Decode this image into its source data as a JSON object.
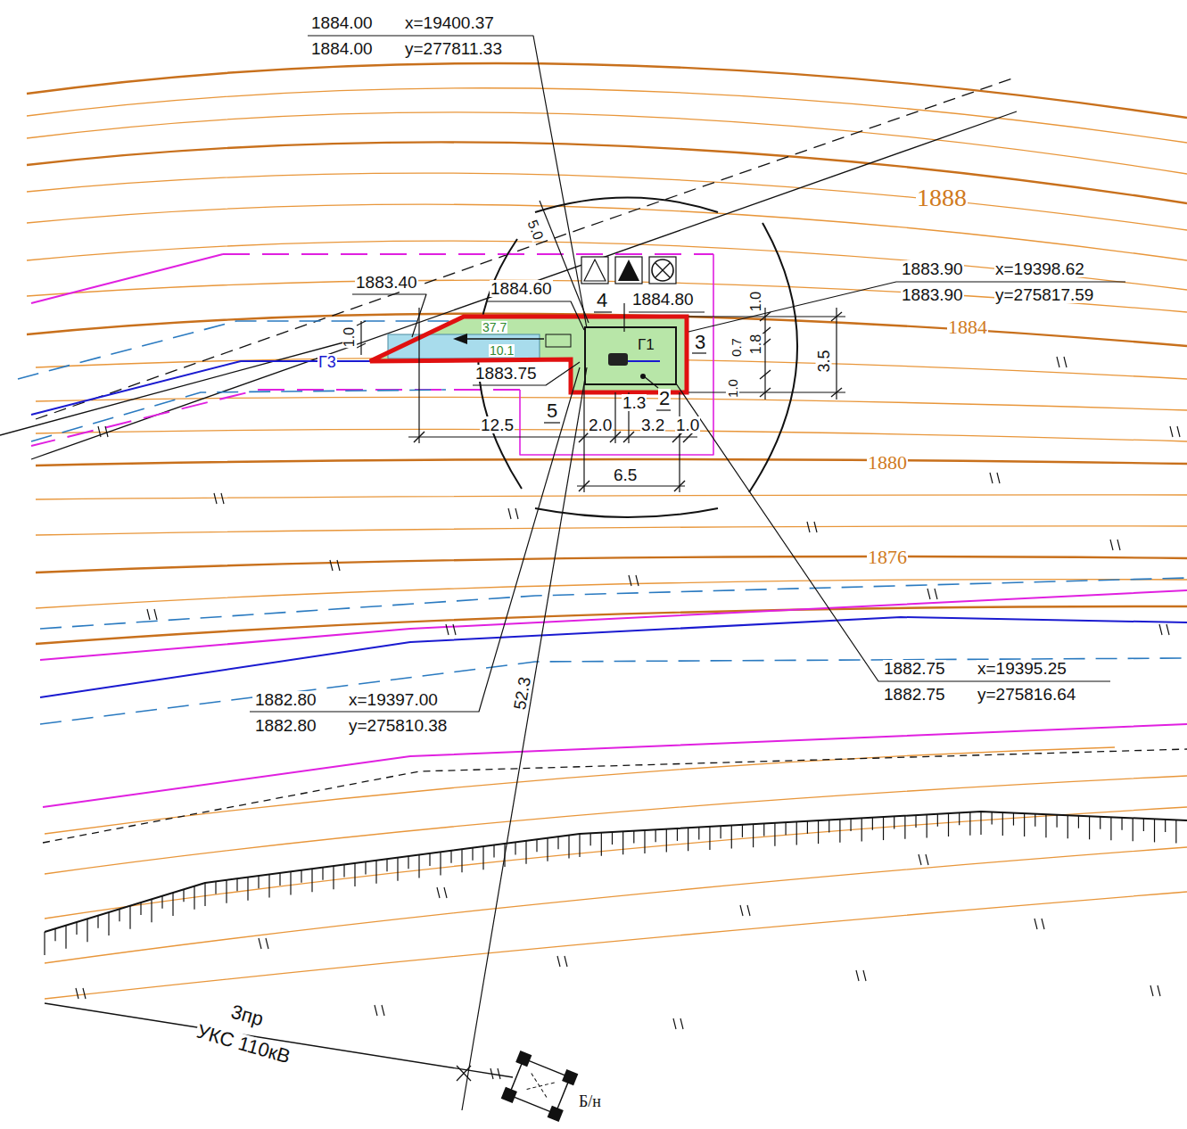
{
  "diagram": {
    "nodes": [
      {
        "text": [
          "Г1"
        ]
      }
    ],
    "labels": [
      "1884.00",
      "x=19400.37",
      "1884.00",
      "y=277811.33",
      "1888",
      "5.0",
      "1883.90",
      "x=19398.62",
      "1883.90",
      "y=275817.59",
      "1884",
      "1883.40",
      "1884.60",
      "4",
      "1884.80",
      "1.0",
      "3",
      "0.7",
      "1.8",
      "1.0",
      "3.5",
      "1.0",
      "Г3",
      "37.7",
      "10.1",
      "1883.75",
      "5",
      "12.5",
      "2.0",
      "1.3",
      "3.2",
      "1.0",
      "2",
      "6.5",
      "1880",
      "1876",
      "1882.75",
      "x=19395.25",
      "1882.75",
      "y=275816.64",
      "1882.80",
      "x=19397.00",
      "1882.80",
      "y=275810.38",
      "52.3",
      "3пр",
      "УКС 110кВ",
      "Б/н"
    ]
  }
}
